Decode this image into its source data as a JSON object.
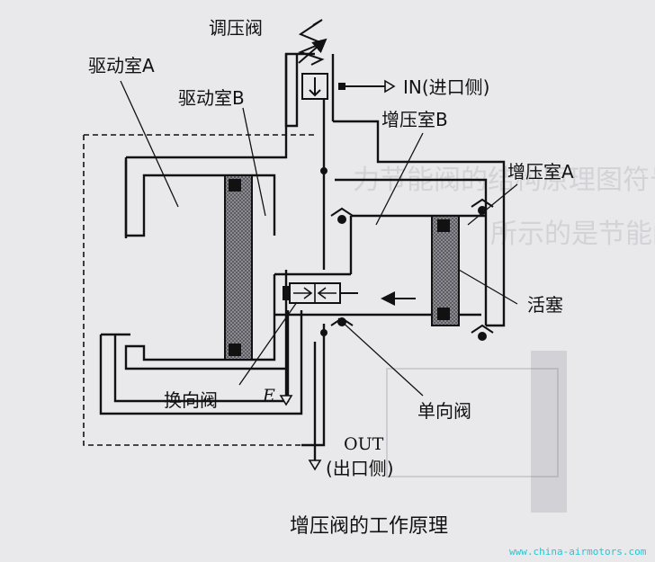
{
  "labels": {
    "regulator_valve": "调压阀",
    "drive_chamber_a": "驱动室A",
    "drive_chamber_b": "驱动室B",
    "inlet": "IN(进口侧)",
    "boost_chamber_b": "增压室B",
    "boost_chamber_a": "增压室A",
    "piston": "活塞",
    "directional_valve": "换向阀",
    "exhaust": "E",
    "check_valve": "单向阀",
    "outlet_code": "OUT",
    "outlet_side": "(出口侧)"
  },
  "caption": "增压阀的工作原理",
  "watermark": "www.china-airmotors.com",
  "colors": {
    "background": "#e9e9ec",
    "line": "#111111",
    "piston_fill": "#6d6d73",
    "watermark": "#22c6d6"
  }
}
